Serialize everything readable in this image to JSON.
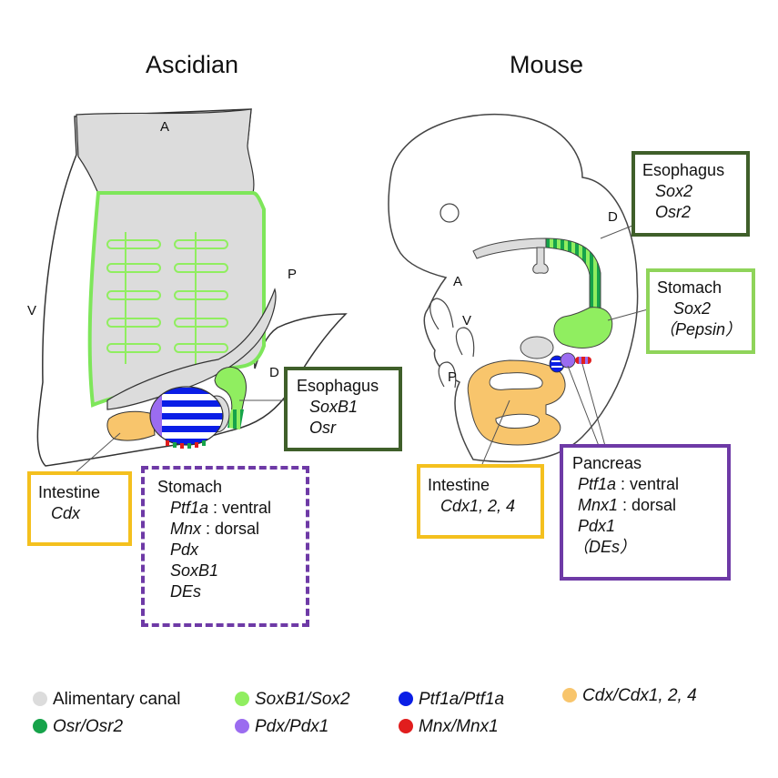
{
  "titles": {
    "ascidian": "Ascidian",
    "mouse": "Mouse"
  },
  "axis_labels": {
    "asc_a": "A",
    "asc_p": "P",
    "asc_v": "V",
    "asc_d": "D",
    "mouse_d": "D",
    "mouse_a": "A",
    "mouse_v": "V",
    "mouse_p": "P"
  },
  "asc_esophagus": {
    "heading": "Esophagus",
    "genes": [
      "SoxB1",
      "Osr"
    ]
  },
  "asc_intestine": {
    "heading": "Intestine",
    "genes": [
      "Cdx"
    ]
  },
  "asc_stomach": {
    "heading": "Stomach",
    "lines": [
      {
        "gene": "Ptf1a",
        "suffix": " : ventral"
      },
      {
        "gene": "Mnx",
        "suffix": " : dorsal"
      },
      {
        "gene": "Pdx",
        "suffix": ""
      },
      {
        "gene": "SoxB1",
        "suffix": ""
      },
      {
        "gene": "DEs",
        "suffix": ""
      }
    ]
  },
  "mouse_esophagus": {
    "heading": "Esophagus",
    "genes": [
      "Sox2",
      "Osr2"
    ]
  },
  "mouse_stomach": {
    "heading": "Stomach",
    "gene1": "Sox2",
    "gene2": "（Pepsin）"
  },
  "mouse_intestine": {
    "heading": "Intestine",
    "genes": [
      "Cdx1, 2, 4"
    ]
  },
  "mouse_pancreas": {
    "heading": "Pancreas",
    "lines": [
      {
        "gene": "Ptf1a",
        "suffix": " : ventral"
      },
      {
        "gene": "Mnx1",
        "suffix": " : dorsal"
      },
      {
        "gene": "Pdx1",
        "suffix": ""
      },
      {
        "gene": "（DEs）",
        "suffix": ""
      }
    ]
  },
  "legend": [
    {
      "label": "Alimentary canal",
      "italic": false,
      "color": "#dcdcdc"
    },
    {
      "label": "SoxB1/Sox2",
      "italic": true,
      "color": "#90ee60"
    },
    {
      "label": "Ptf1a/Ptf1a",
      "italic": true,
      "color": "#0a1ee6"
    },
    {
      "label": "Cdx/Cdx1, 2, 4",
      "italic": true,
      "color": "#f8c56c"
    },
    {
      "label": "Osr/Osr2",
      "italic": true,
      "color": "#16a34a"
    },
    {
      "label": "Pdx/Pdx1",
      "italic": true,
      "color": "#9b6cf0"
    },
    {
      "label": "Mnx/Mnx1",
      "italic": true,
      "color": "#e11d1d"
    }
  ],
  "colors": {
    "esophagus_border": "#3f5f2a",
    "stomach_border_light": "#8fd45a",
    "intestine_border": "#f4c01e",
    "purple_border": "#6e3aa6"
  }
}
